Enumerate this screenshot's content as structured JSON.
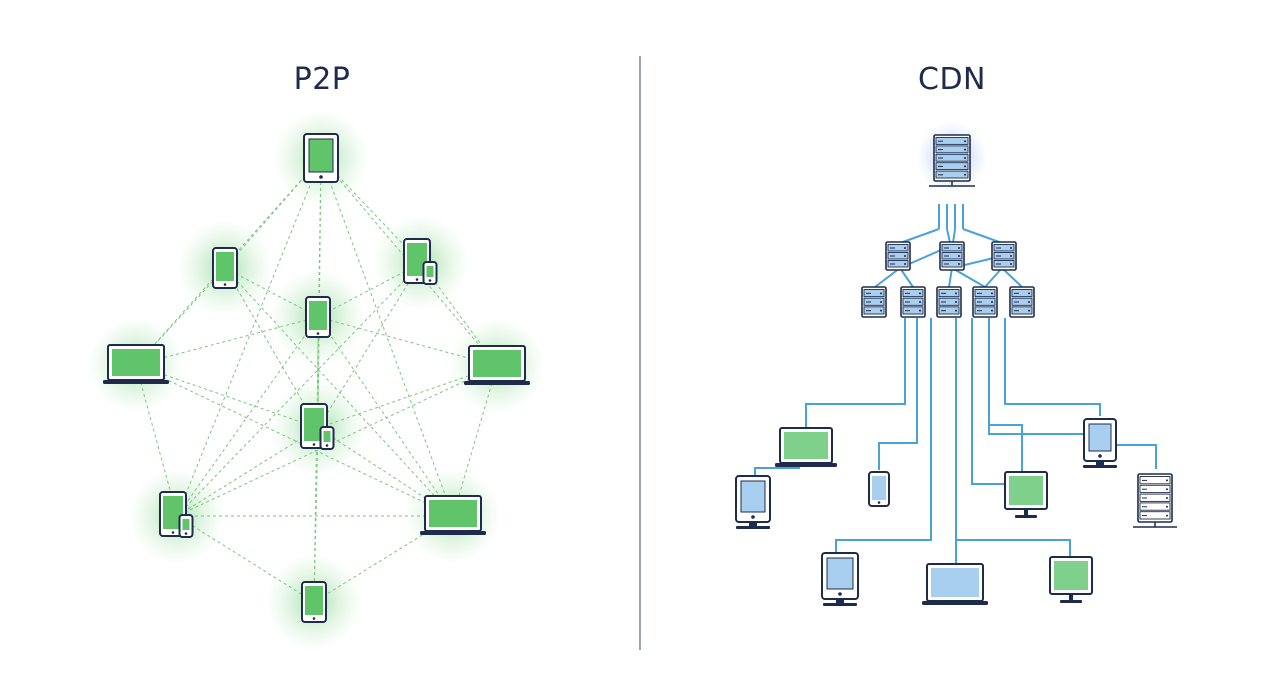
{
  "p2p": {
    "title": "P2P",
    "accent_color": "#5fc46a",
    "line_color": "#7cc47e",
    "device_stroke": "#1e2b4a",
    "nodes": [
      {
        "id": "top",
        "device": "tablet-icon"
      },
      {
        "id": "upper-left",
        "device": "phone-icon"
      },
      {
        "id": "upper-right",
        "device": "phone-pair-icon"
      },
      {
        "id": "center",
        "device": "phone-icon"
      },
      {
        "id": "left",
        "device": "laptop-icon"
      },
      {
        "id": "right",
        "device": "laptop-icon"
      },
      {
        "id": "middle",
        "device": "phone-pair-icon"
      },
      {
        "id": "lower-left",
        "device": "phone-pair-icon"
      },
      {
        "id": "lower-right",
        "device": "laptop-icon"
      },
      {
        "id": "bottom",
        "device": "phone-icon"
      }
    ]
  },
  "cdn": {
    "title": "CDN",
    "accent_color": "#3d7be0",
    "line_color": "#4aa3d8",
    "server_fill": "#a9cff0",
    "origin": {
      "device": "server-rack-icon"
    },
    "tier1": [
      "server-icon",
      "server-icon",
      "server-icon"
    ],
    "tier2": [
      "server-icon",
      "server-icon",
      "server-icon",
      "server-icon",
      "server-icon"
    ],
    "clients": [
      {
        "device": "laptop-icon"
      },
      {
        "device": "desktop-monitor-icon"
      },
      {
        "device": "phone-icon"
      },
      {
        "device": "desktop-monitor-icon"
      },
      {
        "device": "desktop-monitor-icon"
      },
      {
        "device": "server-rack-icon"
      },
      {
        "device": "tablet-icon"
      },
      {
        "device": "laptop-icon"
      },
      {
        "device": "desktop-monitor-icon"
      }
    ]
  },
  "divider_color": "#9aa6b4"
}
